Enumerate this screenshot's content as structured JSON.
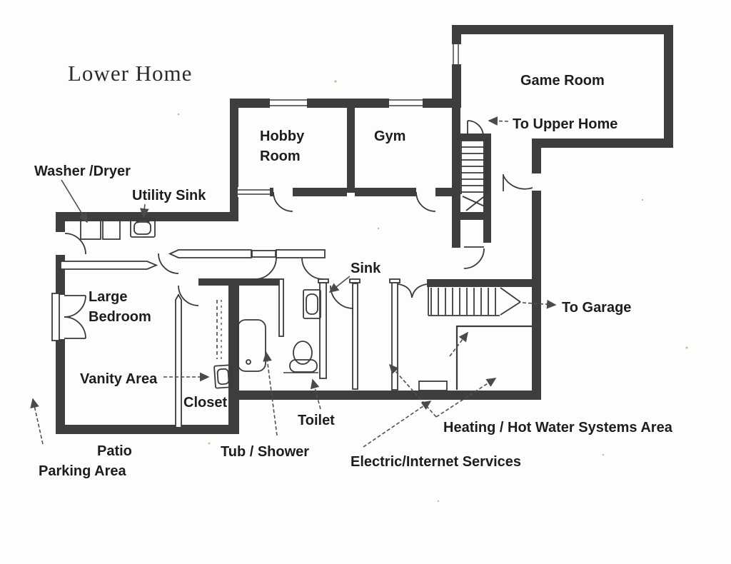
{
  "title": "Lower Home",
  "rooms": {
    "hobby_line1": "Hobby",
    "hobby_line2": "Room",
    "gym": "Gym",
    "game_room": "Game Room",
    "bedroom_line1": "Large",
    "bedroom_line2": "Bedroom",
    "closet": "Closet",
    "patio": "Patio",
    "parking": "Parking Area"
  },
  "annotations": {
    "washer_dryer": "Washer /Dryer",
    "utility_sink": "Utility Sink",
    "to_upper_home": "To Upper Home",
    "to_garage": "To Garage",
    "sink": "Sink",
    "vanity_area": "Vanity Area",
    "toilet": "Toilet",
    "tub_shower": "Tub / Shower",
    "heating": "Heating / Hot Water Systems Area",
    "electric": "Electric/Internet Services"
  },
  "colors": {
    "paper": "#fdfdfb",
    "wall": "#3e3e3e",
    "line": "#3a3a3a",
    "leader": "#4f4f4f",
    "text": "#1d1d1d",
    "title": "#2b2b2b"
  }
}
